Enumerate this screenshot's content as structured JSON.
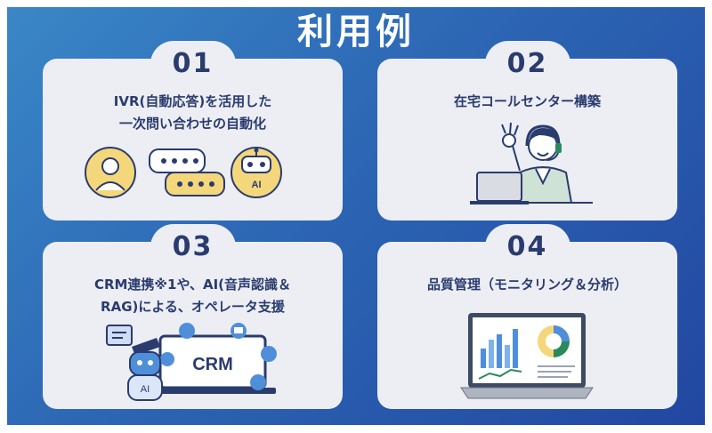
{
  "title": "利用例",
  "cards": [
    {
      "num": "01",
      "lines": [
        "IVR(自動応答)を活用した",
        "一次問い合わせの自動化"
      ],
      "illustration": {
        "left_icon": "person-avatar-icon",
        "middle_icon": "chat-bubbles-icon",
        "right_icon": "ai-robot-icon",
        "robot_label": "AI"
      }
    },
    {
      "num": "02",
      "lines": [
        "在宅コールセンター構築"
      ],
      "illustration": {
        "icon": "headset-operator-laptop-icon"
      }
    },
    {
      "num": "03",
      "lines": [
        "CRM連携※1や、AI(音声認識＆",
        "RAG)による、オペレータ支援"
      ],
      "illustration": {
        "icon": "crm-ai-laptop-icon",
        "laptop_label": "CRM",
        "robot_label": "AI"
      }
    },
    {
      "num": "04",
      "lines": [
        "品質管理（モニタリング＆分析）"
      ],
      "illustration": {
        "icon": "analytics-dashboard-laptop-icon"
      }
    }
  ],
  "colors": {
    "background_start": "#3a87c7",
    "background_end": "#2247a1",
    "card": "#eceef4",
    "text": "#2a3b6e",
    "title": "#ffffff",
    "accent_yellow": "#f5d77b",
    "accent_blue": "#4f8fd9"
  }
}
